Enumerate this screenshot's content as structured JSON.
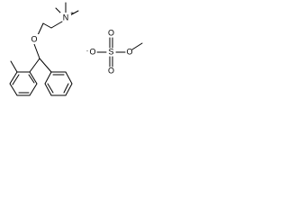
{
  "atoms": {
    "oxygen_ether": "O",
    "nitrogen": "N",
    "sulfur": "S",
    "oxygen_sulfonate_minus": "O",
    "oxygen_sulfonate_top": "O",
    "oxygen_sulfonate_bottom": "O",
    "oxygen_methoxy": "O"
  },
  "charges": {
    "ammonium": "+",
    "sulfonate": "-"
  },
  "colors": {
    "bond": "#000000",
    "background": "#ffffff"
  }
}
